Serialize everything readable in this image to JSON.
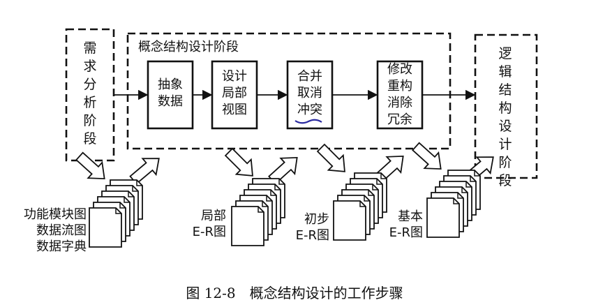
{
  "stages": {
    "requirements": "需求分析阶段",
    "conceptual": "概念结构设计阶段",
    "logical": "逻辑结构设计阶段"
  },
  "steps": [
    {
      "line1": "抽象",
      "line2": "数据"
    },
    {
      "line1": "设计",
      "line2": "局部",
      "line3": "视图"
    },
    {
      "line1": "合并",
      "line2": "取消",
      "line3": "冲突"
    },
    {
      "line1": "修改",
      "line2": "重构",
      "line3": "消除",
      "line4": "冗余"
    }
  ],
  "documents": [
    {
      "line1": "功能模块图",
      "line2": "数据流图",
      "line3": "数据字典"
    },
    {
      "line1": "局部",
      "line2": "E-R图"
    },
    {
      "line1": "初步",
      "line2": "E-R图"
    },
    {
      "line1": "基本",
      "line2": "E-R图"
    }
  ],
  "caption": {
    "figure": "图 12-8",
    "title": "概念结构设计的工作步骤"
  },
  "colors": {
    "stroke": "#111111",
    "annotation": "#2a2aa0"
  }
}
